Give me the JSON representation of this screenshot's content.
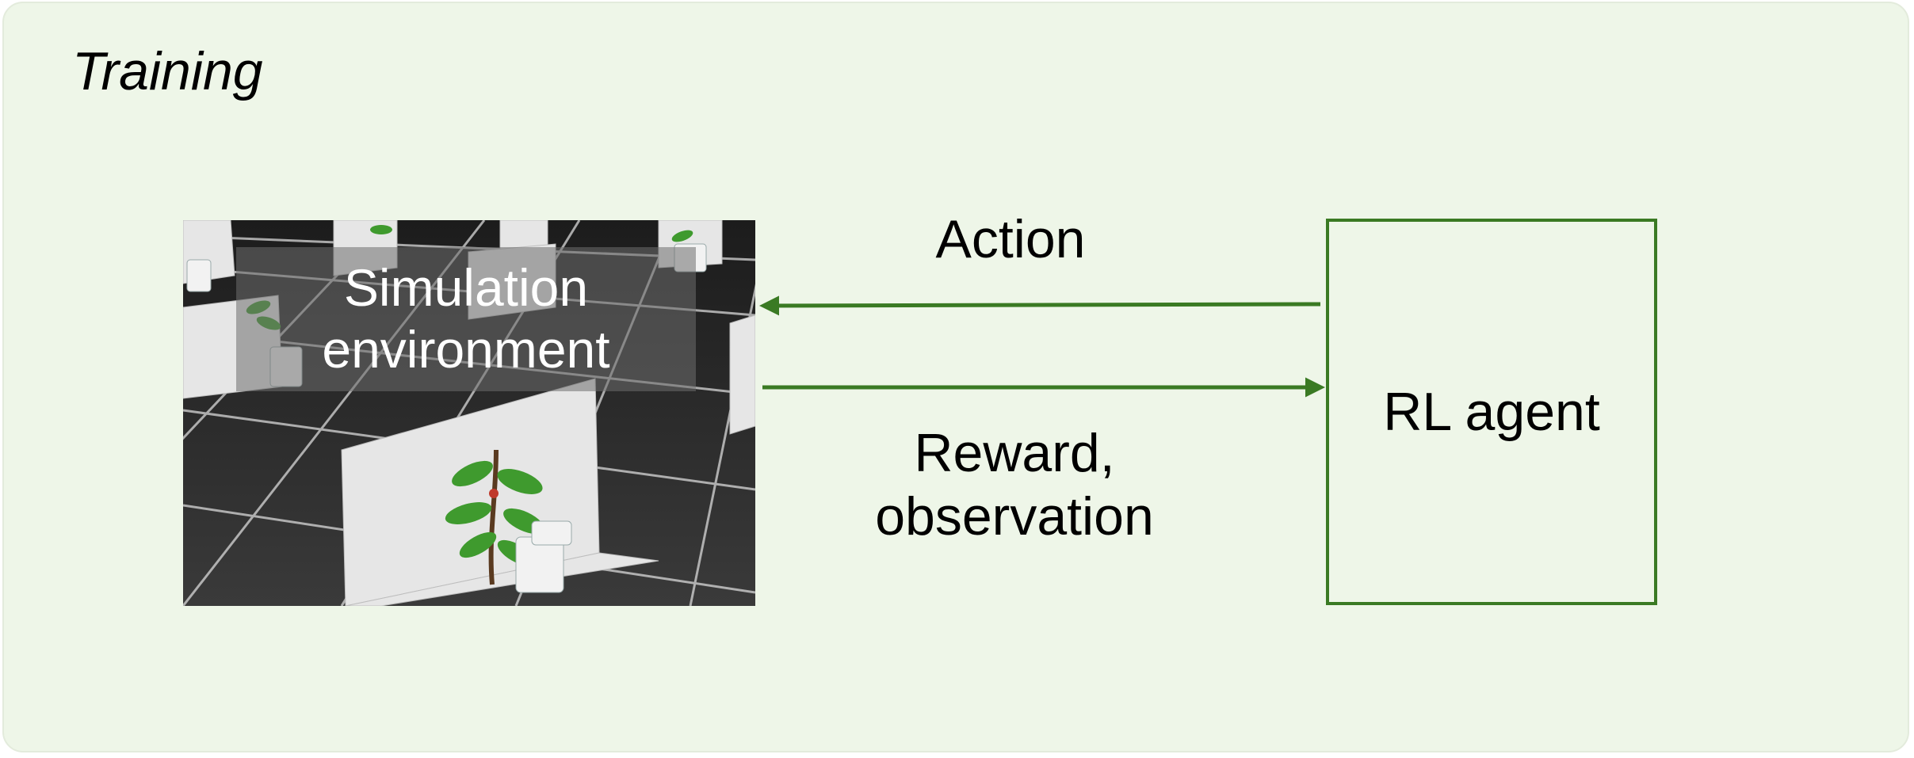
{
  "panel": {
    "title": "Training"
  },
  "nodes": {
    "simulation": {
      "label": "Simulation\nenvironment"
    },
    "agent": {
      "label": "RL agent"
    }
  },
  "edges": {
    "action": {
      "label": "Action",
      "from": "RL agent",
      "to": "Simulation environment"
    },
    "reward": {
      "label": "Reward,\nobservation",
      "from": "Simulation environment",
      "to": "RL agent"
    }
  },
  "colors": {
    "panel_background": "#eef6e8",
    "accent_green": "#3a7a23"
  }
}
